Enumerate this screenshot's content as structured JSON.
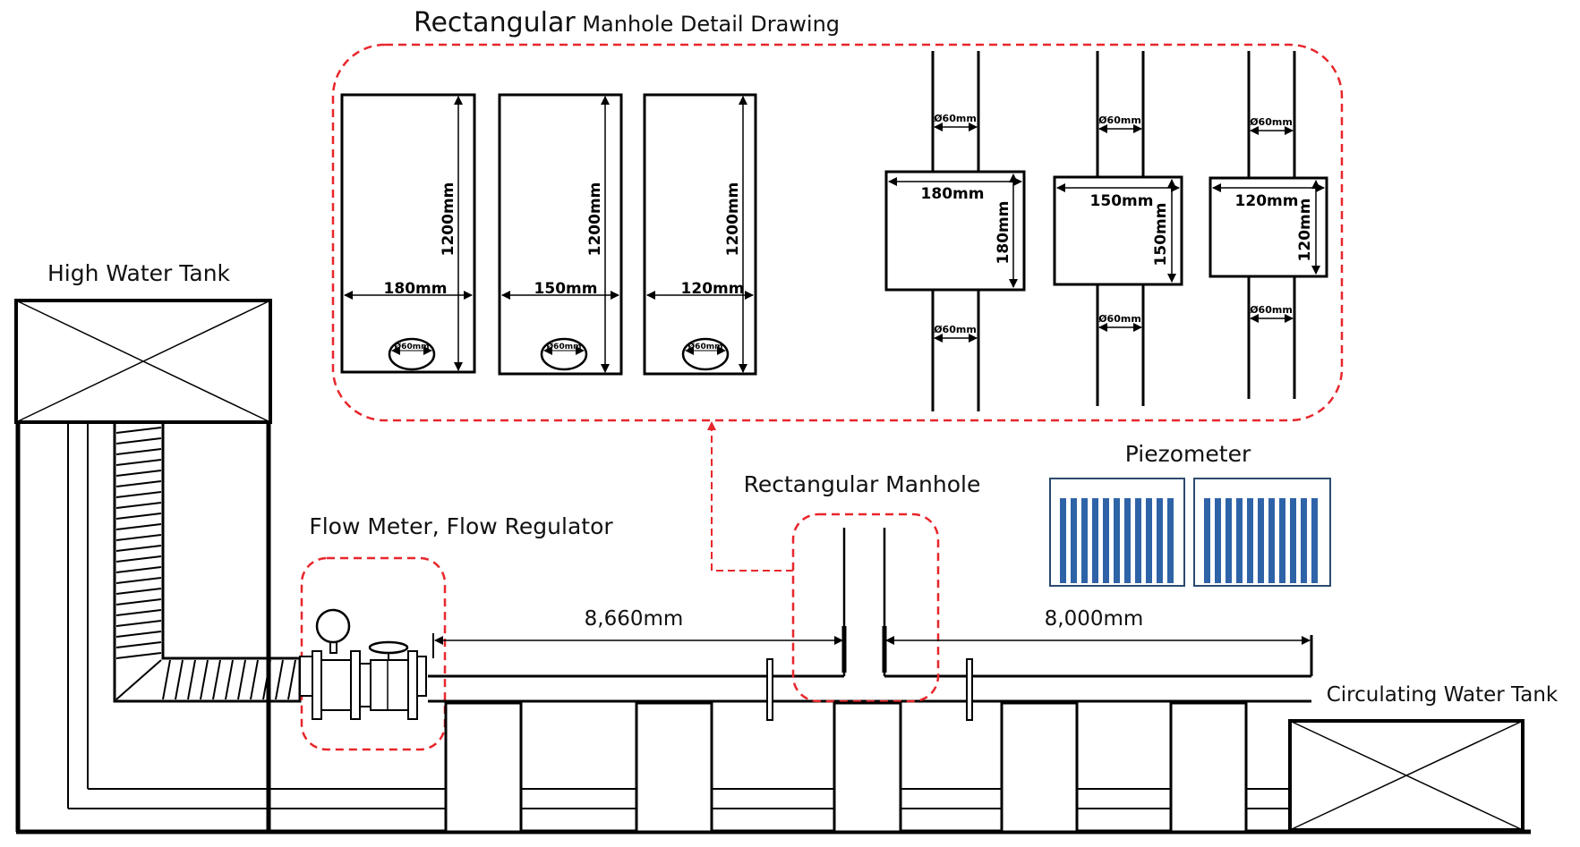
{
  "title_big": "Rectangular",
  "title_rest": " Manhole Detail Drawing",
  "labels": {
    "high_tank": "High Water Tank",
    "flow": "Flow Meter, Flow Regulator",
    "manhole": "Rectangular Manhole",
    "piezometer": "Piezometer",
    "circulating": "Circulating Water Tank",
    "dist_left": "8,660mm",
    "dist_right": "8,000mm"
  },
  "side_views": [
    {
      "width": "180mm",
      "height": "1200mm",
      "pipe": "Ø60mm"
    },
    {
      "width": "150mm",
      "height": "1200mm",
      "pipe": "Ø60mm"
    },
    {
      "width": "120mm",
      "height": "1200mm",
      "pipe": "Ø60mm"
    }
  ],
  "top_views": [
    {
      "width": "180mm",
      "depth": "180mm",
      "pipe_top": "Ø60mm",
      "pipe_bottom": "Ø60mm"
    },
    {
      "width": "150mm",
      "depth": "150mm",
      "pipe_top": "Ø60mm",
      "pipe_bottom": "Ø60mm"
    },
    {
      "width": "120mm",
      "depth": "120mm",
      "pipe_top": "Ø60mm",
      "pipe_bottom": "Ø60mm"
    }
  ],
  "colors": {
    "highlight": "#e8262b",
    "piezo_tube": "#2e63a8",
    "piezo_frame": "#2c4a6e",
    "line": "#000000"
  },
  "piezometer_tubes_per_board": 11
}
